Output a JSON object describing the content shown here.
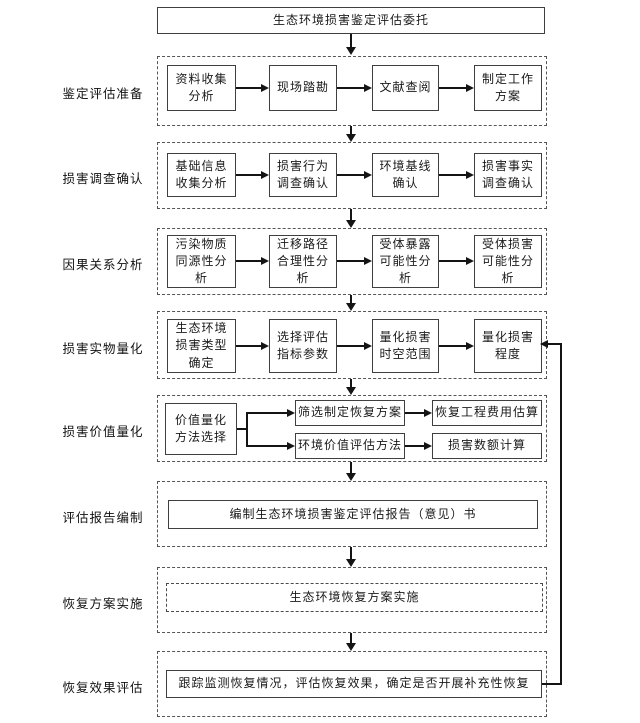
{
  "diagram": {
    "commission_box": "生态环境损害鉴定评估委托",
    "stages": [
      {
        "label": "鉴定评估准备",
        "boxes": [
          "资料收集\n分析",
          "现场踏勘",
          "文献查阅",
          "制定工作\n方案"
        ]
      },
      {
        "label": "损害调查确认",
        "boxes": [
          "基础信息\n收集分析",
          "损害行为\n调查确认",
          "环境基线\n确认",
          "损害事实\n调查确认"
        ]
      },
      {
        "label": "因果关系分析",
        "boxes": [
          "污染物质\n同源性分\n析",
          "迁移路径\n合理性分\n析",
          "受体暴露\n可能性分\n析",
          "受体损害\n可能性分\n析"
        ]
      },
      {
        "label": "损害实物量化",
        "boxes": [
          "生态环境\n损害类型\n确定",
          "选择评估\n指标参数",
          "量化损害\n时空范围",
          "量化损害\n程度"
        ]
      },
      {
        "label": "损害价值量化",
        "source_box": "价值量化\n方法选择",
        "branch_top": [
          "筛选制定恢复方案",
          "恢复工程费用估算"
        ],
        "branch_bottom": [
          "环境价值评估方法",
          "损害数额计算"
        ]
      },
      {
        "label": "评估报告编制",
        "boxes": [
          "编制生态环境损害鉴定评估报告（意见）书"
        ]
      },
      {
        "label": "恢复方案实施",
        "boxes": [
          "生态环境恢复方案实施"
        ]
      },
      {
        "label": "恢复效果评估",
        "boxes": [
          "跟踪监测恢复情况，评估恢复效果，确定是否开展补充性恢复"
        ]
      }
    ],
    "colors": {
      "line": "#141414",
      "box_border": "#3f3f3f",
      "container_border": "#555555",
      "text": "#1a1a1a",
      "background": "#ffffff"
    }
  }
}
